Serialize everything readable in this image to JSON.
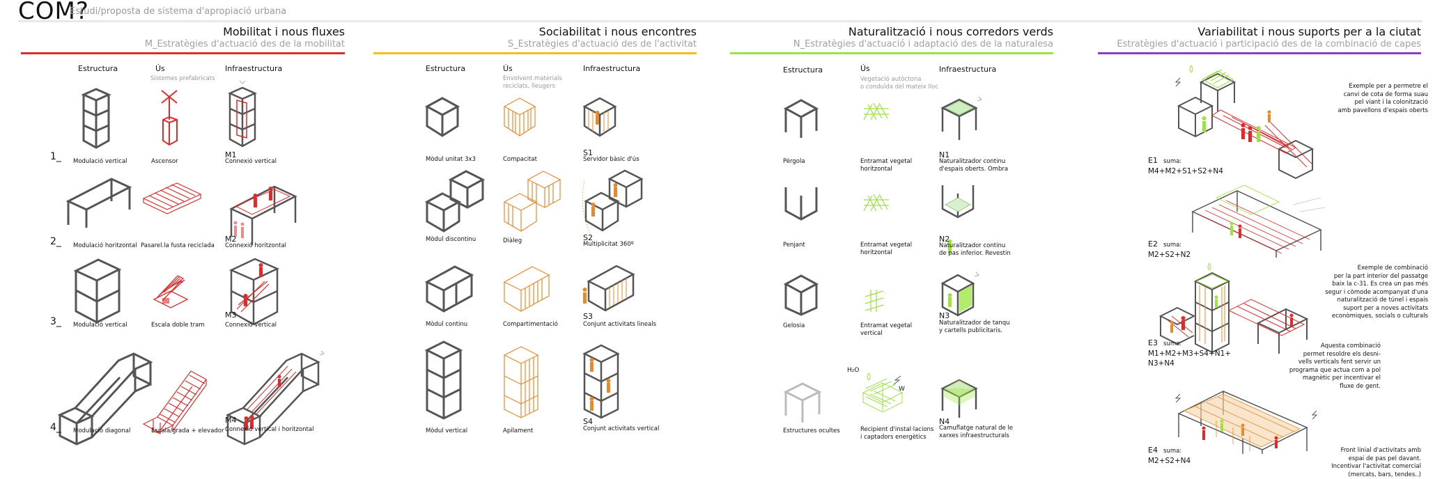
{
  "header": {
    "title": "COM?",
    "subtitle": "Estudi/proposta de sistema d'apropiació urbana"
  },
  "colors": {
    "mobility": "#e02b2b",
    "social": "#f2c014",
    "nature": "#9ae43c",
    "variability": "#8a3fc0",
    "structure": "#555555",
    "orange": "#e8892b"
  },
  "columns": {
    "structure": "Estructura",
    "use": "Ús",
    "infrastructure": "Infraestructura"
  },
  "panels": {
    "mobility": {
      "title": "Mobilitat i nous fluxes",
      "subtitle": "M_Estratègies d'actuació des de la mobilitat",
      "use_note": "Sistemes prefabricats",
      "rows": [
        {
          "num": "1_",
          "structure": "Modulació vertical",
          "use": "Ascensor",
          "code": "M1",
          "infra": "Connexió vertical"
        },
        {
          "num": "2_",
          "structure": "Modulació horitzontal",
          "use": "Pasarel.la fusta reciclada",
          "code": "M2",
          "infra": "Connexió horitzontal"
        },
        {
          "num": "3_",
          "structure": "Modulació vertical",
          "use": "Escala doble tram",
          "code": "M3",
          "infra": "Connexió vertical"
        },
        {
          "num": "4_",
          "structure": "Modulació diagonal",
          "use": "Escala/grada + elevador",
          "code": "M4",
          "infra": "Connexió vertical i horitzontal"
        }
      ]
    },
    "social": {
      "title": "Sociabilitat i nous encontres",
      "subtitle": "S_Estratègies d'actuació des de l'activitat",
      "use_note": "Envolvent materials\nreciclats, lleugers",
      "rows": [
        {
          "structure": "Mòdul unitat 3x3",
          "use": "Compacitat",
          "code": "S1",
          "infra": "Servidor bàsic d'ús"
        },
        {
          "structure": "Mòdul discontinu",
          "use": "Diàleg",
          "code": "S2",
          "infra": "Multiplicitat 360º"
        },
        {
          "structure": "Mòdul continu",
          "use": "Compartimentació",
          "code": "S3",
          "infra": "Conjunt activitats lineals"
        },
        {
          "structure": "Mòdul vertical",
          "use": "Apilament",
          "code": "S4",
          "infra": "Conjunt activitats vertical"
        }
      ]
    },
    "nature": {
      "title": "Naturalització i nous corredors verds",
      "subtitle": "N_Estratègies d'actuació i adaptació des de la naturalesa",
      "use_note": "Vegetació autòctona\no conduïda del mateix lloc",
      "rows": [
        {
          "structure": "Pèrgola",
          "use": "Entramat vegetal\nhoritzontal",
          "code": "N1",
          "infra": "Naturalitzador continu\nd'espais oberts. Ombra"
        },
        {
          "structure": "Penjant",
          "use": "Entramat vegetal\nhoritzontal",
          "code": "N2",
          "infra": "Naturalitzador continu\nde pas inferior. Revestin"
        },
        {
          "structure": "Gelosia",
          "use": "Entramat vegetal\nvertical",
          "code": "N3",
          "infra": "Naturalitzador de tanqu\ny cartells publicitaris."
        },
        {
          "structure": "Estructures ocultes",
          "use": "Recipient d'instal·lacions\ni captadors energètics",
          "code": "N4",
          "infra": "Camuflatge natural de le\nxarxes infraestructurals"
        }
      ],
      "h2o": "H₂O",
      "w": "W"
    },
    "variability": {
      "title": "Variabilitat i nous suports per a la ciutat",
      "subtitle": "Estratègies d'actuació i participació des de la combinació de capes",
      "examples": [
        {
          "code": "E1",
          "suma": "suma:",
          "formula": "M4+M2+S1+S2+N4",
          "desc": "Exemple per a permetre el\ncanvi de cota de forma suau\npel viant i la colonització\namb pavellons d'espais oberts"
        },
        {
          "code": "E2",
          "suma": "suma:",
          "formula": "M2+S2+N2",
          "desc": "Exemple de combinació\nper la part interior del passatge\nbaix la c-31. Es crea un pas més\nsegur i còmode acompanyat d'una\nnaturalització de túnel i espais\nsuport per a noves activitats\neconòmiques, socials o culturals"
        },
        {
          "code": "E3",
          "suma": "suma:",
          "formula": "M1+M2+M3+S4+N1+\nN3+N4",
          "desc": "Aquesta combinació\npermet resoldre els desni-\nvells verticals fent servir un\nprograma que actua com a pol\nmagnètic per incentivar el\nfluxe de gent."
        },
        {
          "code": "E4",
          "suma": "suma:",
          "formula": "M2+S2+N4",
          "desc": "Front linial d'activitats amb\nespai de pas pel davant.\nIncentivar l'activitat comercial\n(mercats, bars, tendes..)"
        }
      ]
    }
  }
}
